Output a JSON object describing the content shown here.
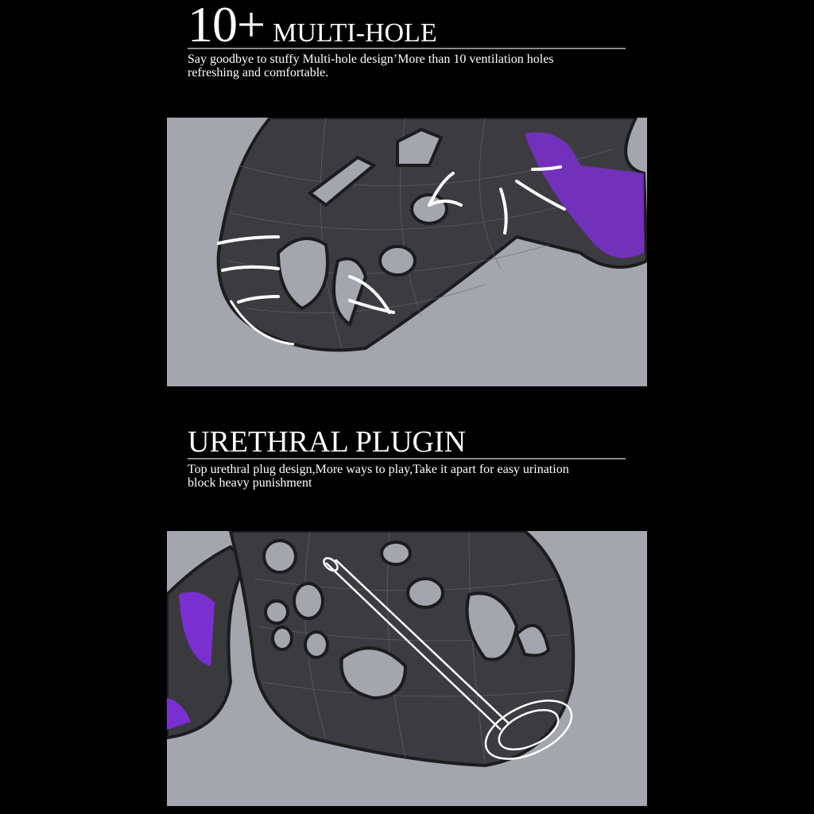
{
  "section1": {
    "number": "10+",
    "title": "MULTI-HOLE",
    "description_line1": "Say goodbye to stuffy  Multi-hole design’More than 10 ventilation holes",
    "description_line2": "refreshing and comfortable."
  },
  "section2": {
    "title": "URETHRAL PLUGIN",
    "description_line1": "Top urethral plug design,More ways to play,Take it apart for easy urination",
    "description_line2": "block heavy punishment"
  },
  "colors": {
    "panel_bg": "#a3a6ac",
    "accent_purple": "#7a2fd0",
    "body_dark": "#3a3a3e"
  }
}
